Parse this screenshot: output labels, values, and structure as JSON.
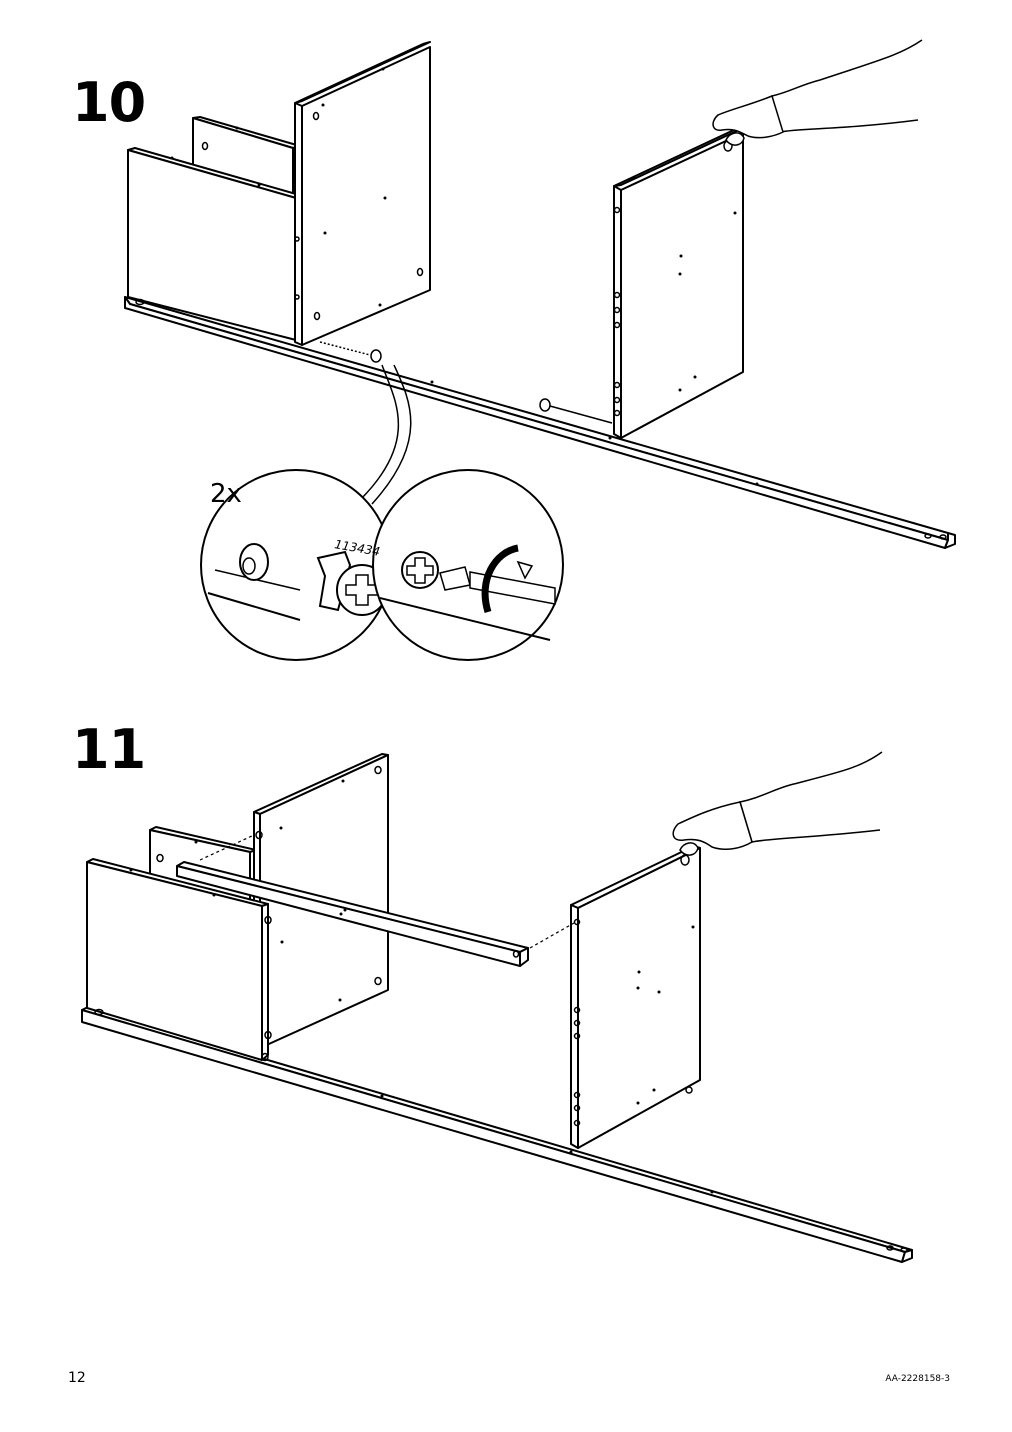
{
  "steps": [
    {
      "number": "10",
      "quantity_label": "2x",
      "part_number": "113434"
    },
    {
      "number": "11"
    }
  ],
  "footer": {
    "page_number": "12",
    "document_code": "AA-2228158-3"
  },
  "icons": [
    "cam-lock-icon",
    "screwdriver-icon",
    "rotate-arrow-icon",
    "hand-icon"
  ]
}
